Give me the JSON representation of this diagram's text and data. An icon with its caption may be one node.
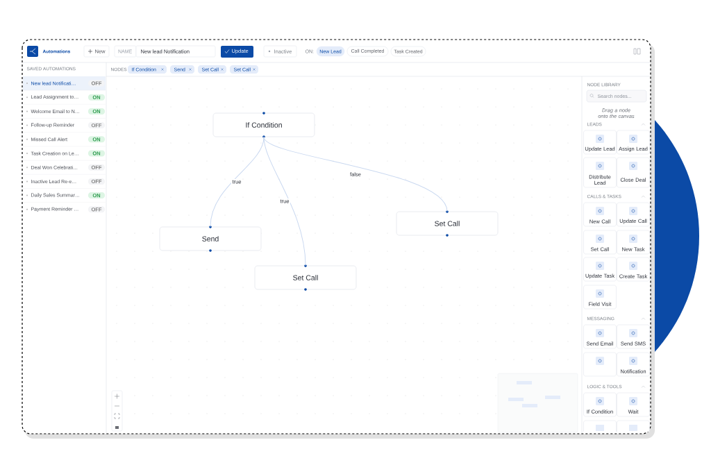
{
  "diagram": {
    "nodes": [
      {
        "text": [
          "If Condition"
        ]
      },
      {
        "text": [
          "Send"
        ]
      },
      {
        "text": [
          "Set Call"
        ]
      },
      {
        "text": [
          "Set Call"
        ]
      }
    ],
    "edges": [
      {
        "from": 0,
        "to": 1,
        "arrow": "none",
        "label": "true"
      },
      {
        "from": 0,
        "to": 2,
        "arrow": "none",
        "label": "true"
      },
      {
        "from": 0,
        "to": 3,
        "arrow": "none",
        "label": "false"
      }
    ],
    "labels": [
      "Automations",
      "New",
      "NAME",
      "New lead Notification",
      "Update",
      "Inactive",
      "ON:",
      "New Lead",
      "Call Completed",
      "Task Created",
      "SAVED AUTOMATIONS",
      "NODES",
      "If Condition",
      "Send",
      "Set Call",
      "Set Call",
      "New lead Notificati…",
      "OFF",
      "Lead Assignment to…",
      "ON",
      "Welcome Email to N…",
      "ON",
      "Follow-up Reminder",
      "OFF",
      "Missed Call Alert",
      "ON",
      "Task Creation on Le…",
      "ON",
      "Deal Won Celebrati…",
      "OFF",
      "Inactive Lead Re-e…",
      "OFF",
      "Daily Sales Summar…",
      "ON",
      "Payment Reminder …",
      "OFF",
      "NODE LIBRARY",
      "Search nodes...",
      "Drag a node onto the canvas",
      "LEADS",
      "Update Lead",
      "Assign Lead",
      "Distribute Lead",
      "Close Deal",
      "CALLS & TASKS",
      "New Call",
      "Update Call",
      "Set Call",
      "New Task",
      "Update Task",
      "Create Task",
      "Field Visit",
      "MESSAGING",
      "Send Email",
      "Send SMS",
      "Notification",
      "LOGIC & TOOLS",
      "If Condition",
      "Wait"
    ]
  }
}
